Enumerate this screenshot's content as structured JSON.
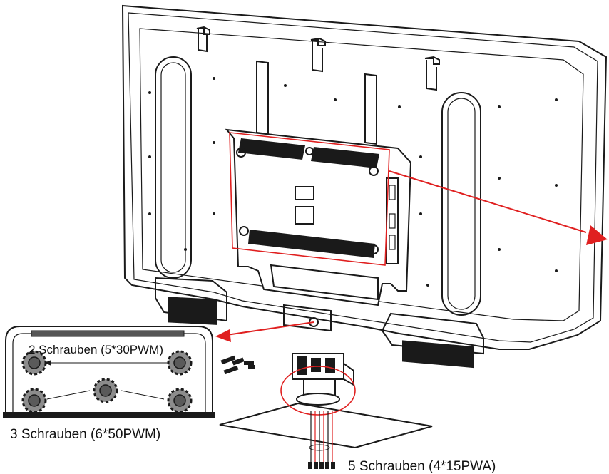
{
  "labels": {
    "top_screws": "2 Schrauben (5*30PWM)",
    "bottom_screws": "3 Schrauben (6*50PWM)",
    "stand_screws": "5 Schrauben (4*15PWA)"
  },
  "colors": {
    "line": "#1a1a1a",
    "callout_red": "#e02020",
    "screw_gray": "#8c8c8c"
  }
}
